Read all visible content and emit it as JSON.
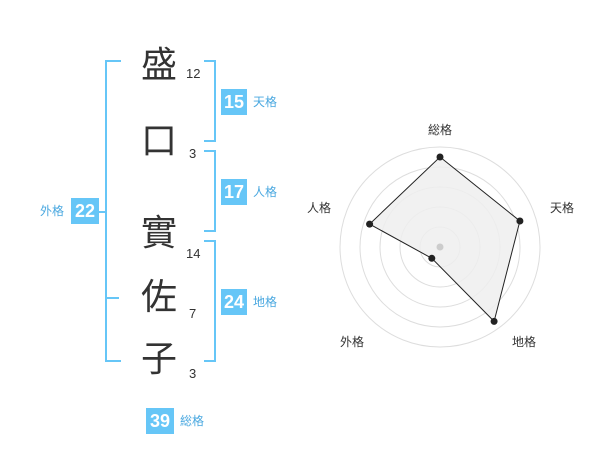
{
  "name_chars": [
    {
      "char": "盛",
      "strokes": "12"
    },
    {
      "char": "口",
      "strokes": "3"
    },
    {
      "char": "實",
      "strokes": "14"
    },
    {
      "char": "佐",
      "strokes": "7"
    },
    {
      "char": "子",
      "strokes": "3"
    }
  ],
  "scores": {
    "tenkaku": {
      "value": "15",
      "label": "天格"
    },
    "jinkaku": {
      "value": "17",
      "label": "人格"
    },
    "chikaku": {
      "value": "24",
      "label": "地格"
    },
    "gaikaku": {
      "value": "22",
      "label": "外格"
    },
    "soukaku": {
      "value": "39",
      "label": "総格"
    }
  },
  "colors": {
    "accent": "#66c6f7",
    "label": "#4aa8e0",
    "text": "#333333"
  },
  "chart_data": {
    "type": "radar",
    "axes": [
      "総格",
      "天格",
      "地格",
      "外格",
      "人格"
    ],
    "values": [
      0.9,
      0.84,
      0.92,
      0.14,
      0.74
    ],
    "max": 1,
    "rings": 5
  }
}
